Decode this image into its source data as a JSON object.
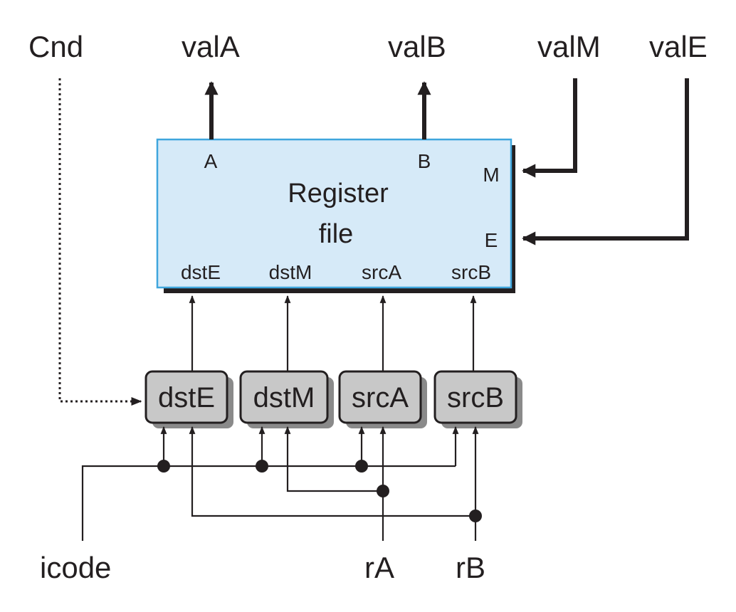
{
  "labels": {
    "cnd": "Cnd",
    "valA": "valA",
    "valB": "valB",
    "valM": "valM",
    "valE": "valE",
    "icode": "icode",
    "rA": "rA",
    "rB": "rB"
  },
  "register_file": {
    "title_line1": "Register",
    "title_line2": "file",
    "ports": {
      "A": "A",
      "B": "B",
      "M": "M",
      "E": "E",
      "dstE": "dstE",
      "dstM": "dstM",
      "srcA": "srcA",
      "srcB": "srcB"
    }
  },
  "blocks": {
    "dstE": "dstE",
    "dstM": "dstM",
    "srcA": "srcA",
    "srcB": "srcB"
  },
  "colors": {
    "register_fill": "#d6eaf8",
    "register_border": "#3fa6dd",
    "block_fill": "#c8c8c8",
    "block_shadow": "#8a8a8a",
    "wire": "#231f20"
  }
}
